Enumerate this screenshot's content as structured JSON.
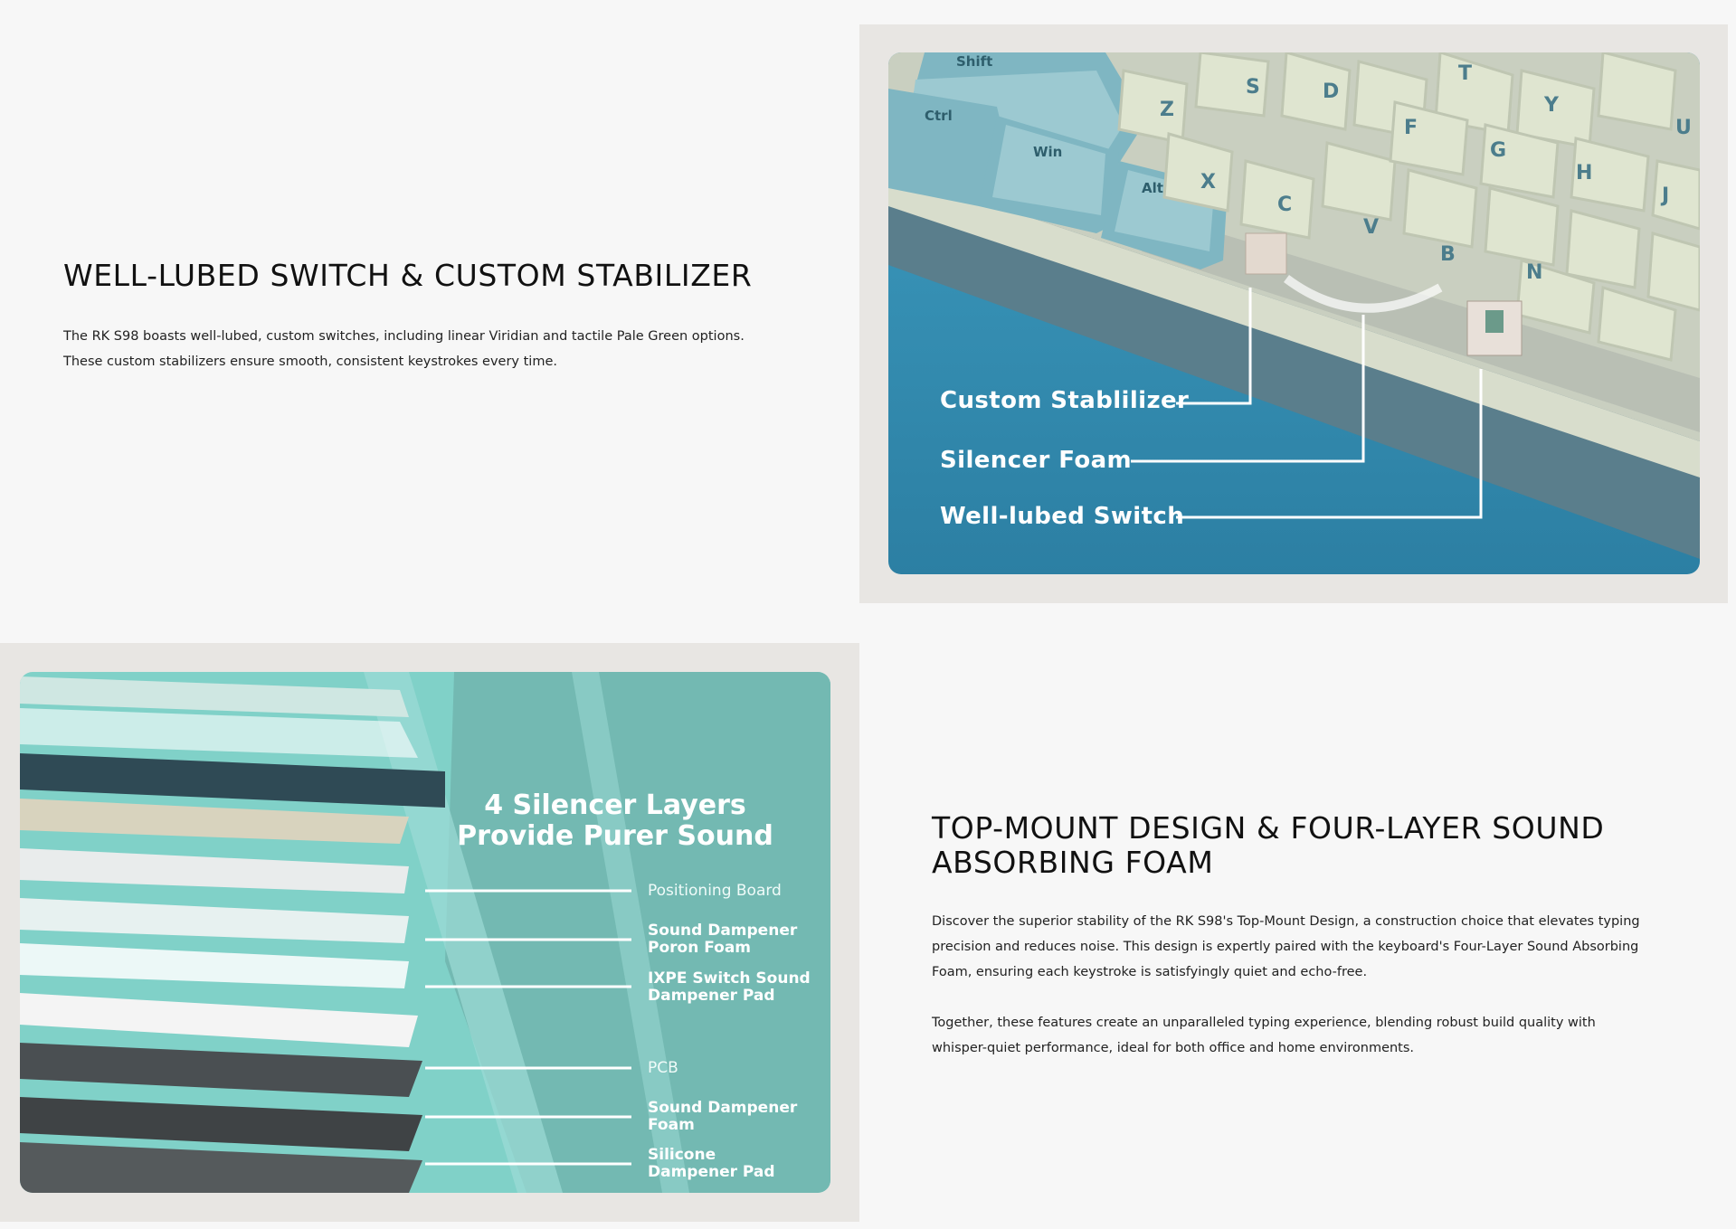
{
  "section1": {
    "heading": "WELL-LUBED SWITCH & CUSTOM STABILIZER",
    "body": "The RK S98 boasts well-lubed, custom switches, including linear Viridian and tactile Pale Green options. These custom stabilizers ensure smooth, consistent keystrokes every time.",
    "image": {
      "callouts": [
        "Custom Stablilizer",
        "Silencer Foam",
        "Well-lubed Switch"
      ],
      "keycaps": [
        "Shift",
        "Ctrl",
        "Win",
        "Alt",
        "Z",
        "X",
        "C",
        "V",
        "B",
        "N",
        "S",
        "D",
        "F",
        "G",
        "H",
        "J",
        "T",
        "Y",
        "U"
      ]
    }
  },
  "section2": {
    "heading": "TOP-MOUNT DESIGN & FOUR-LAYER SOUND ABSORBING FOAM",
    "body1": "Discover the superior stability of the RK S98's Top-Mount Design, a construction choice that elevates typing precision and reduces noise. This design is expertly paired with the keyboard's Four-Layer Sound Absorbing Foam, ensuring each keystroke is satisfyingly quiet and echo-free.",
    "body2": "Together, these features create an unparalleled typing experience, blending robust build quality with whisper-quiet performance, ideal for both office and home environments.",
    "image": {
      "title_line1": "4 Silencer Layers",
      "title_line2": "Provide Purer Sound",
      "layers": [
        "Positioning Board",
        "Sound Dampener Poron Foam",
        "IXPE Switch Sound Dampener Pad",
        "PCB",
        "Sound Dampener Foam",
        "Silicone Dampener Pad"
      ]
    }
  },
  "colors": {
    "page_bg": "#f7f7f7",
    "frame_bg": "#e8e6e3",
    "teal_image_bg": "#80d1c8",
    "blue_image_bg": "#2f8db0",
    "keycap_cream": "#dfe5d0",
    "keycap_teal": "#7fb6c2"
  }
}
